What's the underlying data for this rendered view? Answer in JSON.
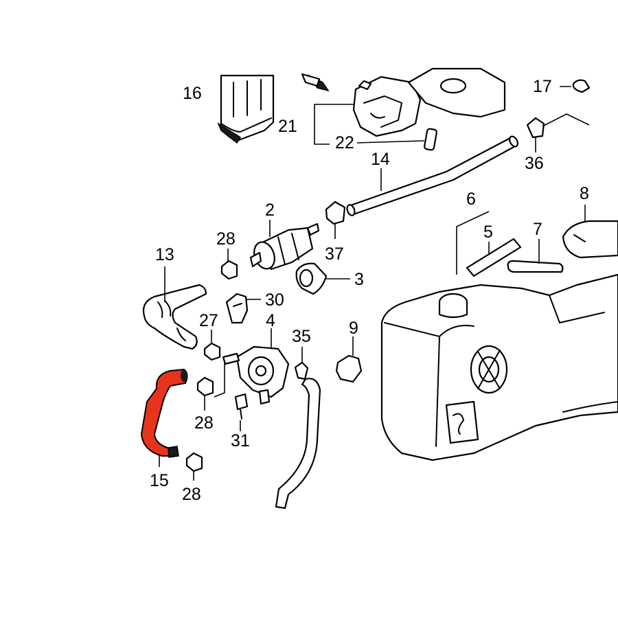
{
  "diagram": {
    "highlight_color": "#e8341c",
    "line_color": "#000000",
    "background": "#ffffff",
    "highlighted_part": "15",
    "labels": {
      "l16": "16",
      "l21": "21",
      "l22": "22",
      "l17": "17",
      "l36": "36",
      "l14": "14",
      "l8": "8",
      "l6": "6",
      "l5": "5",
      "l7": "7",
      "l2": "2",
      "l28a": "28",
      "l37": "37",
      "l13": "13",
      "l3": "3",
      "l30": "30",
      "l27": "27",
      "l4": "4",
      "l35": "35",
      "l9": "9",
      "l28b": "28",
      "l31": "31",
      "l15": "15",
      "l28c": "28"
    }
  }
}
